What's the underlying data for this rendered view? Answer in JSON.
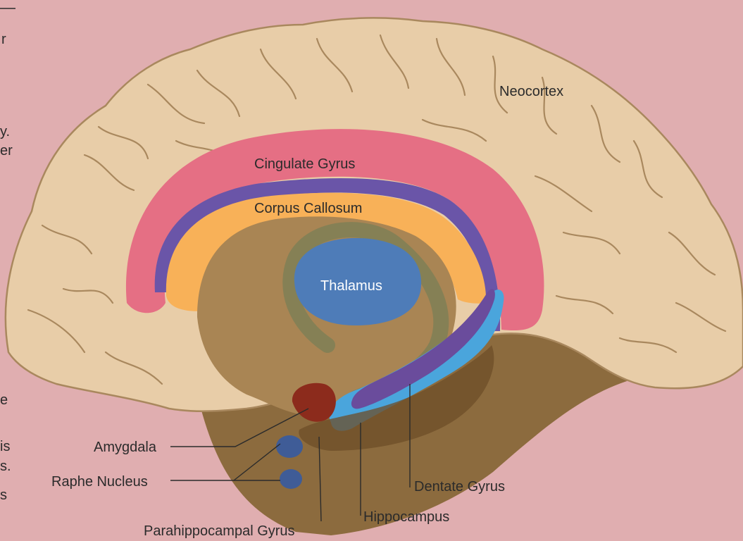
{
  "colors": {
    "background": "#E0AEB0",
    "neocortex": "#E8CDA8",
    "brainstem": "#8C6B3E",
    "cingulate": "#E56F84",
    "corpus_callosum": "#F8B158",
    "thalamus": "#4E7CB8",
    "hippocampus": "#4AA5DC",
    "dentate": "#6A4C9C",
    "amygdala": "#8C2B1C",
    "raphe": "#3F5C97"
  },
  "labels": {
    "neocortex": "Neocortex",
    "cingulate_gyrus": "Cingulate Gyrus",
    "corpus_callosum": "Corpus Callosum",
    "thalamus": "Thalamus",
    "amygdala": "Amygdala",
    "raphe_nucleus": "Raphe Nucleus",
    "parahippocampal_gyrus": "Parahippocampal Gyrus",
    "hippocampus": "Hippocampus",
    "dentate_gyrus": "Dentate Gyrus"
  },
  "side_text_fragments": [
    "r",
    "y.",
    "er",
    "e",
    "is",
    "s.",
    "s"
  ]
}
